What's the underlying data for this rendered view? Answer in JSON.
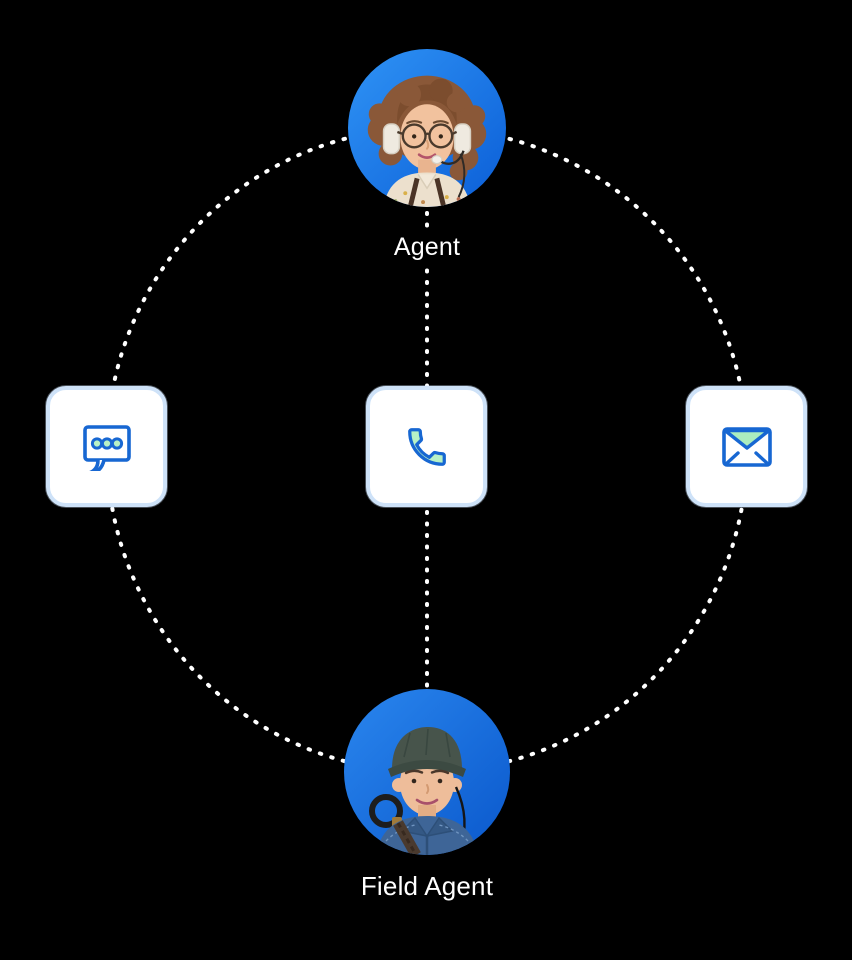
{
  "diagram": {
    "title": "omnichannel-agent-connection-diagram",
    "top_node": {
      "label": "Agent",
      "avatar": "female-support-agent-with-headset",
      "avatar_bg": "#1577e8"
    },
    "bottom_node": {
      "label": "Field Agent",
      "avatar": "male-field-worker-with-cap",
      "avatar_bg": "#1577e8"
    },
    "channels": [
      {
        "name": "chat",
        "icon": "chat-bubble-icon"
      },
      {
        "name": "phone",
        "icon": "phone-icon"
      },
      {
        "name": "email",
        "icon": "email-icon"
      }
    ],
    "colors": {
      "background": "#000000",
      "dotted_line": "#ffffff",
      "card_bg": "#ffffff",
      "card_border": "#cee2f8",
      "icon_stroke": "#1767d2",
      "icon_fill_mint": "#b7f1c6",
      "label_text": "#ffffff"
    }
  }
}
